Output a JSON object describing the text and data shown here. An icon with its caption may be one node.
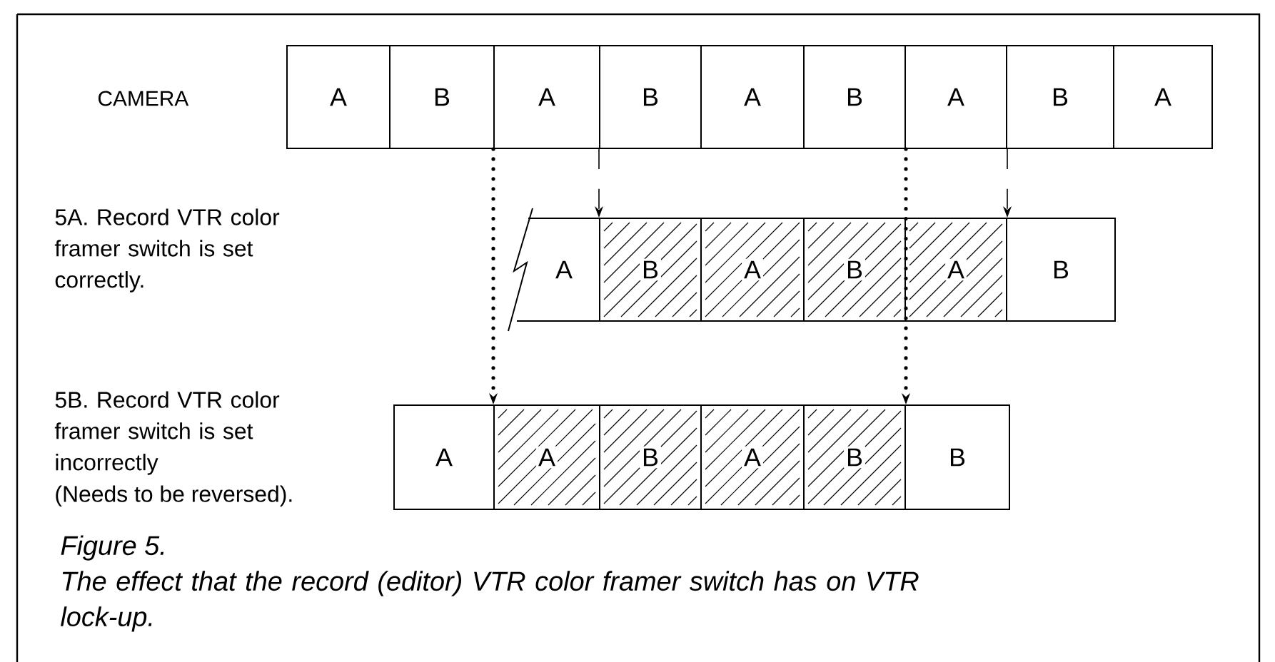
{
  "diagram": {
    "caption": "The effect that the record (editor) VTR color framer switch has on VTR lock-up.",
    "nodes": [
      {
        "text": [
          "A"
        ]
      },
      {
        "text": [
          "B"
        ]
      },
      {
        "text": [
          "A"
        ]
      },
      {
        "text": [
          "B"
        ]
      },
      {
        "text": [
          "A"
        ]
      },
      {
        "text": [
          "B"
        ]
      },
      {
        "text": [
          "A"
        ]
      },
      {
        "text": [
          "B"
        ]
      },
      {
        "text": [
          "A"
        ]
      },
      {
        "text": [
          "A"
        ]
      },
      {
        "text": [
          "B"
        ]
      },
      {
        "text": [
          "A"
        ]
      },
      {
        "text": [
          "B"
        ]
      },
      {
        "text": [
          "A"
        ]
      },
      {
        "text": [
          "B"
        ]
      },
      {
        "text": [
          "A"
        ]
      },
      {
        "text": [
          "A"
        ]
      },
      {
        "text": [
          "B"
        ]
      },
      {
        "text": [
          "A"
        ]
      },
      {
        "text": [
          "B"
        ]
      },
      {
        "text": [
          "B"
        ]
      }
    ],
    "edges": [
      {
        "from": 2,
        "to": 16,
        "arrow": "to"
      },
      {
        "from": 3,
        "to": 10,
        "arrow": "to",
        "style": "dashed"
      },
      {
        "from": 5,
        "to": 19,
        "arrow": "to"
      },
      {
        "from": 6,
        "to": 13,
        "arrow": "to",
        "style": "dashed"
      }
    ],
    "labels": [
      "CAMERA",
      "5A. Record VTR color framer switch is set correctly.",
      "5B. Record VTR color framer switch is set incorrectly",
      "(Needs to be reversed).",
      "Figure 5."
    ]
  }
}
